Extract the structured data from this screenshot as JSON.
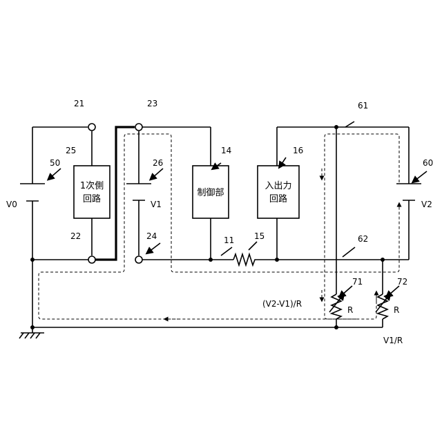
{
  "labels": {
    "n21": "21",
    "n22": "22",
    "n23": "23",
    "n24": "24",
    "n25": "25",
    "n26": "26",
    "n50": "50",
    "n14": "14",
    "n16": "16",
    "n60": "60",
    "n61": "61",
    "n62": "62",
    "n11": "11",
    "n15": "15",
    "n71": "71",
    "n72": "72"
  },
  "sources": {
    "v0": "V0",
    "v1": "V1",
    "v2": "V2"
  },
  "blocks": {
    "primary_line1": "1次側",
    "primary_line2": "回路",
    "control": "制御部",
    "io_line1": "入出力",
    "io_line2": "回路"
  },
  "resistors": {
    "r71": "R",
    "r72": "R"
  },
  "currents": {
    "i_diff": "(V2-V1)/R",
    "i_v1": "V1/R"
  }
}
